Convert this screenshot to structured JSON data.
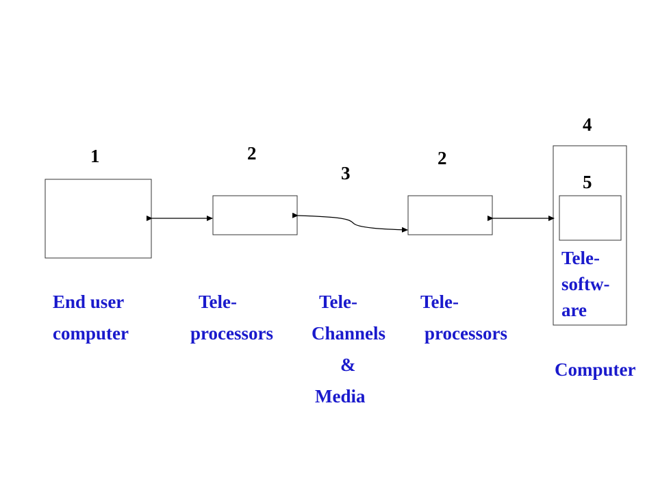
{
  "numbers": {
    "end_user": "1",
    "tp_left": "2",
    "channels": "3",
    "tp_right": "2",
    "computer": "4",
    "software": "5"
  },
  "labels": {
    "end_user": [
      "End user",
      "computer"
    ],
    "tp_left": [
      "Tele-",
      "processors"
    ],
    "channels": [
      "Tele-",
      "Channels",
      "&",
      "Media"
    ],
    "tp_right": [
      "Tele-",
      "processors"
    ],
    "software": [
      "Tele-",
      "softw-",
      "are"
    ],
    "computer": "Computer"
  },
  "colors": {
    "label": "#1a1acc",
    "number": "#000000",
    "box_stroke": "#333333"
  }
}
